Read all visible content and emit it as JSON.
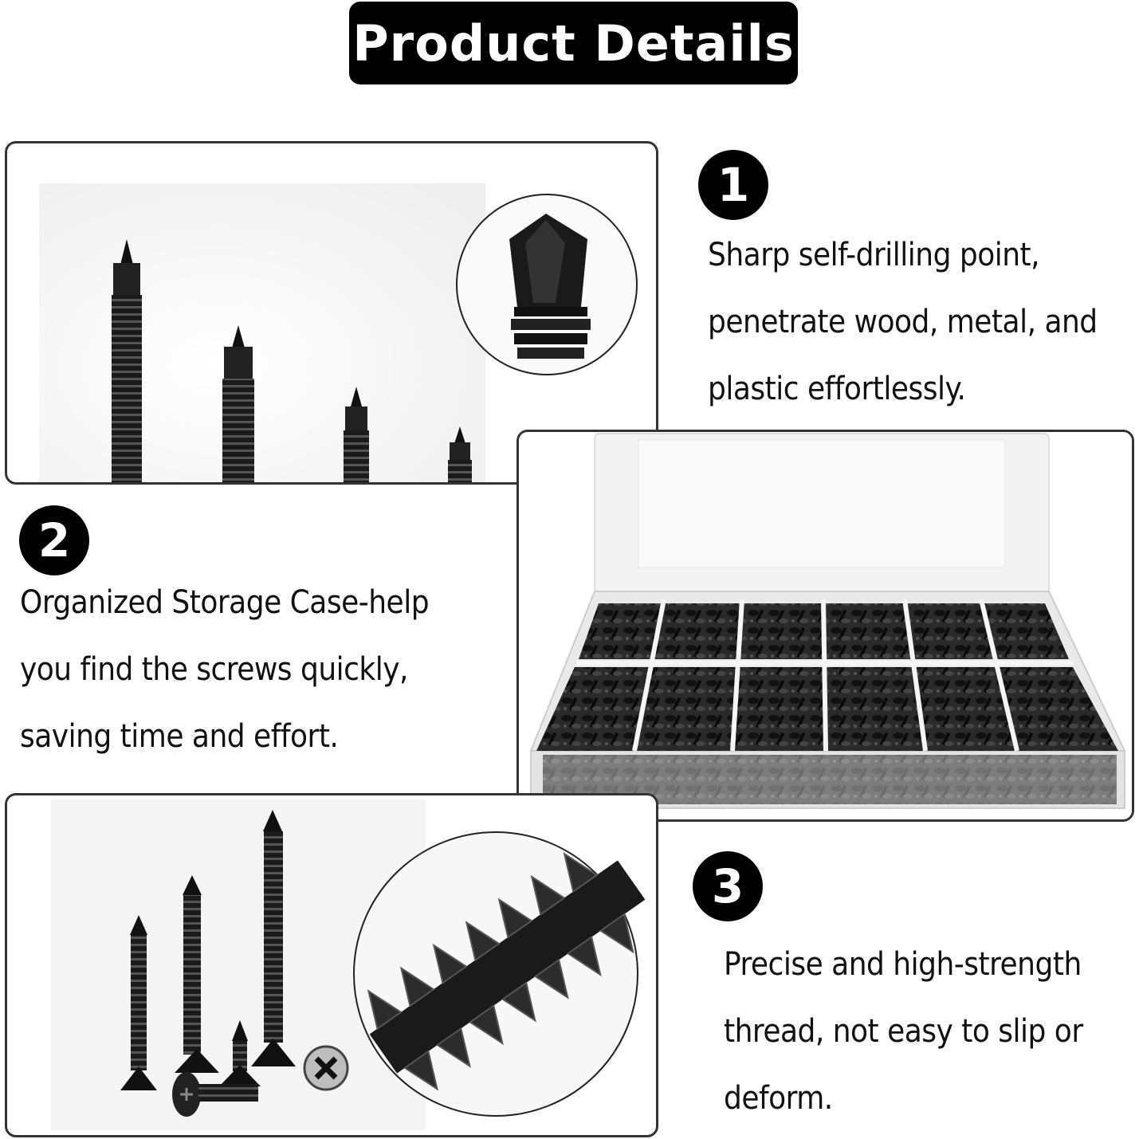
{
  "header": {
    "title": "Product Details"
  },
  "features": [
    {
      "number": "1",
      "lines": [
        "Sharp self-drilling point,",
        "penetrate wood, metal, and",
        "plastic effortlessly."
      ]
    },
    {
      "number": "2",
      "lines": [
        "Organized Storage Case-help",
        "you find the screws quickly,",
        "saving time and effort."
      ]
    },
    {
      "number": "3",
      "lines": [
        "Precise and high-strength",
        "thread, not easy to slip or",
        "deform."
      ]
    }
  ],
  "colors": {
    "badge": "#000000",
    "screw": "#1a1a1a",
    "panel_border": "#333333"
  },
  "images": {
    "panel1": "self-drilling-screws-photo",
    "panel1_zoom": "drill-point-closeup",
    "case": "storage-case-photo",
    "panel3": "screws-assortment-photo",
    "panel3_zoom": "thread-closeup"
  }
}
